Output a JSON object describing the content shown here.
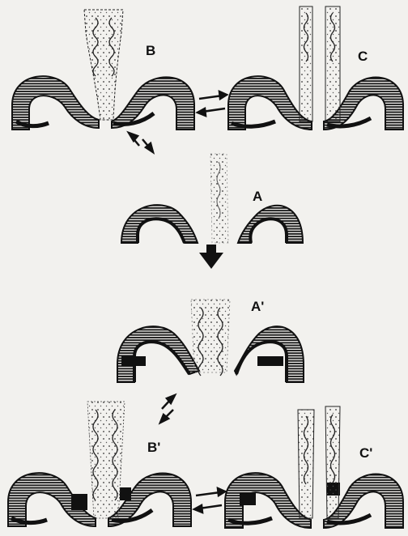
{
  "panels": {
    "A": {
      "label": "A"
    },
    "A_prime": {
      "label": "A'"
    },
    "B": {
      "label": "B"
    },
    "B_prime": {
      "label": "B'"
    },
    "C": {
      "label": "C"
    },
    "C_prime": {
      "label": "C'"
    }
  },
  "colors": {
    "ink": "#111111",
    "paper": "#f2f1ee",
    "hatch": "#1a1a1a"
  },
  "arrows": {
    "equilibrium_BC": "double-arrow",
    "equilibrium_BprimeCprime": "double-arrow",
    "equilibrium_AB": "double-arrow",
    "equilibrium_AprimeBprime": "double-arrow",
    "transition_A_Aprime": "down-arrow"
  }
}
